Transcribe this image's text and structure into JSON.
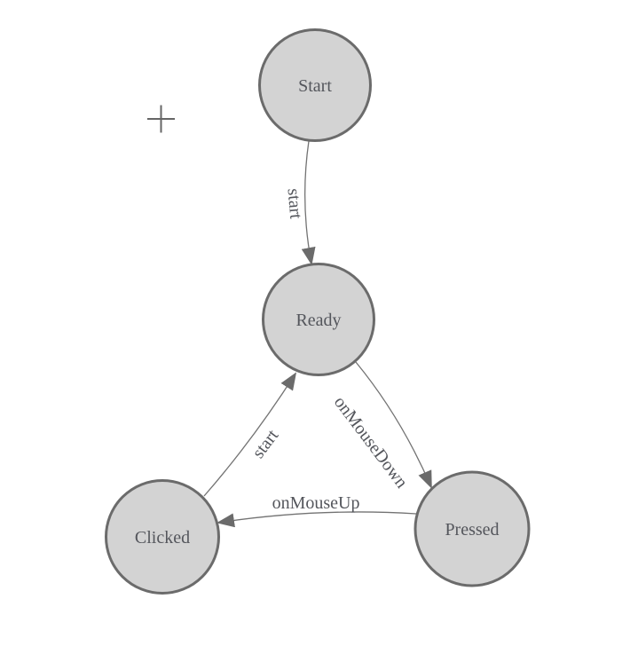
{
  "diagram": {
    "colors": {
      "background": "#ffffff",
      "node_fill": "#d3d3d3",
      "node_stroke": "#6b6b6b",
      "edge_stroke": "#737373",
      "arrow_fill": "#6b6b6b",
      "label_text": "#54565c",
      "cursor": "#666666"
    },
    "icons": {
      "cursor": "plus-cursor-icon"
    },
    "nodes": [
      {
        "id": "start",
        "label": "Start"
      },
      {
        "id": "ready",
        "label": "Ready"
      },
      {
        "id": "clicked",
        "label": "Clicked"
      },
      {
        "id": "pressed",
        "label": "Pressed"
      }
    ],
    "edges": [
      {
        "from": "Start",
        "to": "Ready",
        "label": "start"
      },
      {
        "from": "Ready",
        "to": "Pressed",
        "label": "onMouseDown"
      },
      {
        "from": "Pressed",
        "to": "Clicked",
        "label": "onMouseUp"
      },
      {
        "from": "Clicked",
        "to": "Ready",
        "label": "start"
      }
    ]
  }
}
